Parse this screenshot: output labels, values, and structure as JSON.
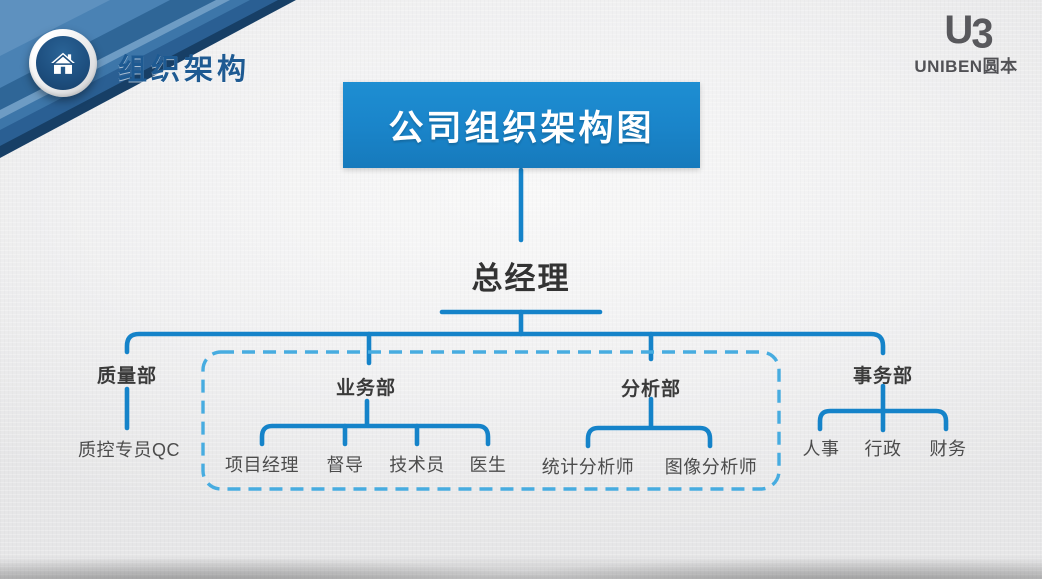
{
  "header": {
    "title": "组织架构"
  },
  "logo": {
    "monogram": "U3",
    "name": "UNIBEN圆本"
  },
  "org": {
    "root_title": "公司组织架构图",
    "manager": "总经理",
    "departments": [
      {
        "name": "质量部",
        "children": [
          "质控专员QC"
        ]
      },
      {
        "name": "业务部",
        "children": [
          "项目经理",
          "督导",
          "技术员",
          "医生"
        ]
      },
      {
        "name": "分析部",
        "children": [
          "统计分析师",
          "图像分析师"
        ]
      },
      {
        "name": "事务部",
        "children": [
          "人事",
          "行政",
          "财务"
        ]
      }
    ],
    "dashed_group_departments": [
      "业务部",
      "分析部"
    ]
  },
  "colors": {
    "line_blue": "#1583c9",
    "dashed_blue": "#47ace0",
    "title_box_blue": "#1a85ca",
    "header_text_blue": "#1e5a92",
    "badge_navy": "#1d4e7e",
    "dept_text": "#3a3a3a",
    "leaf_text": "#4c4c4c"
  }
}
